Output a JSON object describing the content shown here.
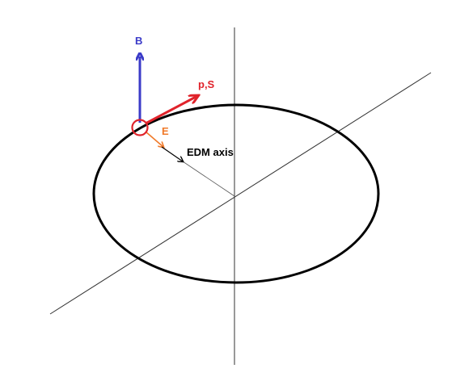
{
  "labels": {
    "b_field": "B",
    "momentum_spin": "p,S",
    "e_field": "E",
    "edm_axis": "EDM axis"
  },
  "colors": {
    "b_field": "#3b3bc8",
    "momentum_spin": "#e0232b",
    "e_field": "#f07a2a",
    "ring": "#000000",
    "axes": "#333333",
    "marker": "#e0232b"
  }
}
